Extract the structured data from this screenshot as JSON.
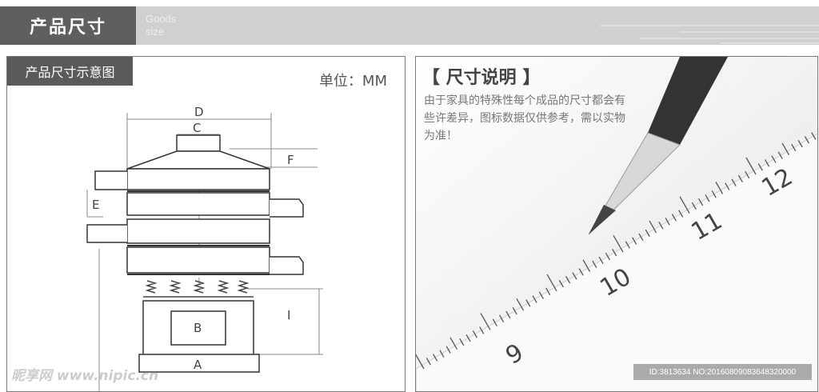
{
  "header": {
    "title": "产品尺寸",
    "subtitle_line1": "Goods",
    "subtitle_line2": "size"
  },
  "diagram": {
    "tag": "产品尺寸示意图",
    "unit": "单位：MM",
    "labels": {
      "a": "A",
      "b": "B",
      "c": "C",
      "d": "D",
      "e": "E",
      "f": "F",
      "i": "I"
    }
  },
  "note": {
    "title": "【 尺寸说明 】",
    "text": "由于家具的特殊性每个成品的尺寸都会有些许差异，图标数据仅供参考，需以实物为准！",
    "ruler_numbers": [
      "9",
      "10",
      "11",
      "12"
    ]
  },
  "watermark": {
    "text": "昵享网 www.nipic.cn",
    "id": "ID:3813634 NO:20160809083648320000"
  }
}
